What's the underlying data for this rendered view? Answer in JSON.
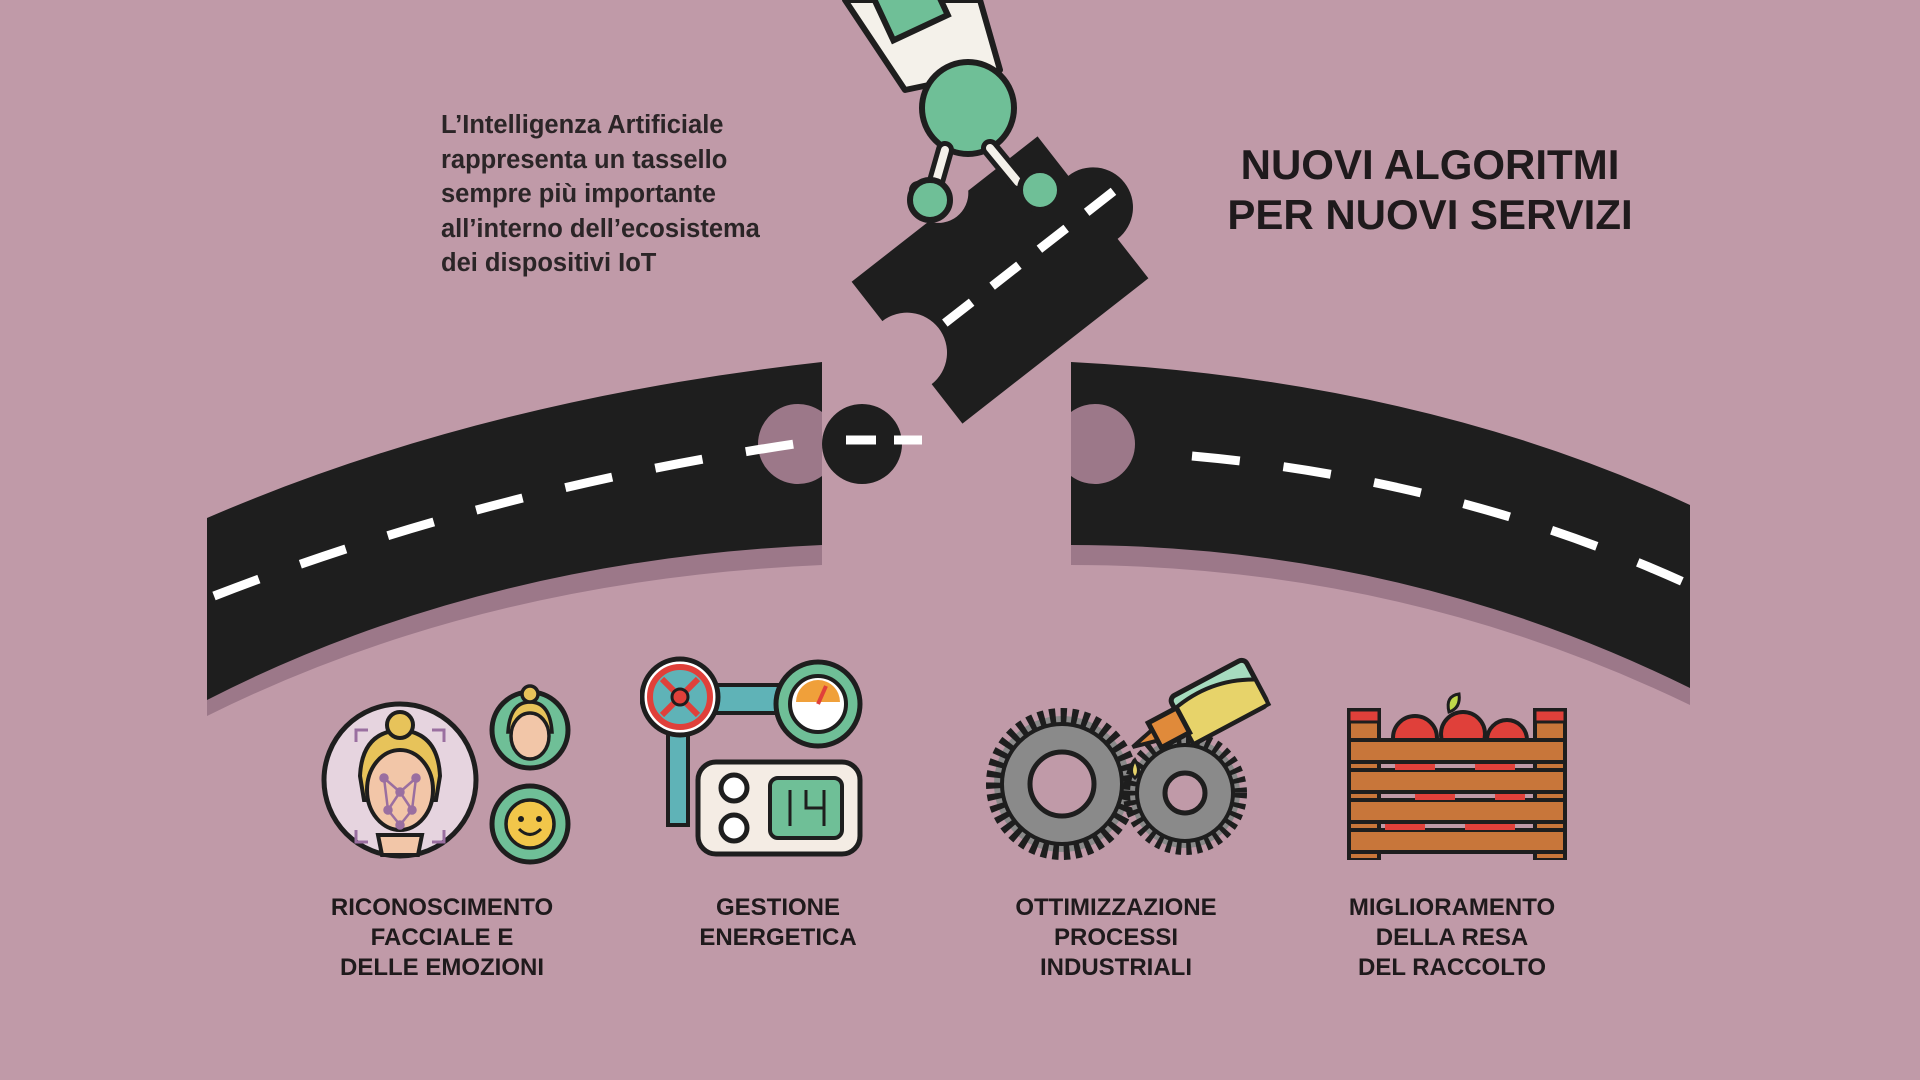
{
  "intro_text": {
    "lines": [
      "L’Intelligenza Artificiale",
      "rappresenta un tassello",
      "sempre più importante",
      "all’interno dell’ecosistema",
      "dei dispositivi IoT"
    ]
  },
  "headline": {
    "lines": [
      "NUOVI ALGORITMI",
      "PER NUOVI SERVIZI"
    ]
  },
  "services": [
    {
      "icon": "face-recognition-icon",
      "lines": [
        "RICONOSCIMENTO",
        "FACCIALE E",
        "DELLE EMOZIONI"
      ]
    },
    {
      "icon": "energy-management-icon",
      "lines": [
        "GESTIONE",
        "ENERGETICA"
      ]
    },
    {
      "icon": "gears-oil-icon",
      "lines": [
        "OTTIMIZZAZIONE",
        "PROCESSI",
        "INDUSTRIALI"
      ]
    },
    {
      "icon": "harvest-crate-icon",
      "lines": [
        "MIGLIORAMENTO",
        "DELLA RESA",
        "DEL RACCOLTO"
      ]
    }
  ],
  "colors": {
    "background": "#c09aa8",
    "road": "#1e1e1e",
    "robot_green": "#6fbf97",
    "text": "#1f1a1c"
  }
}
